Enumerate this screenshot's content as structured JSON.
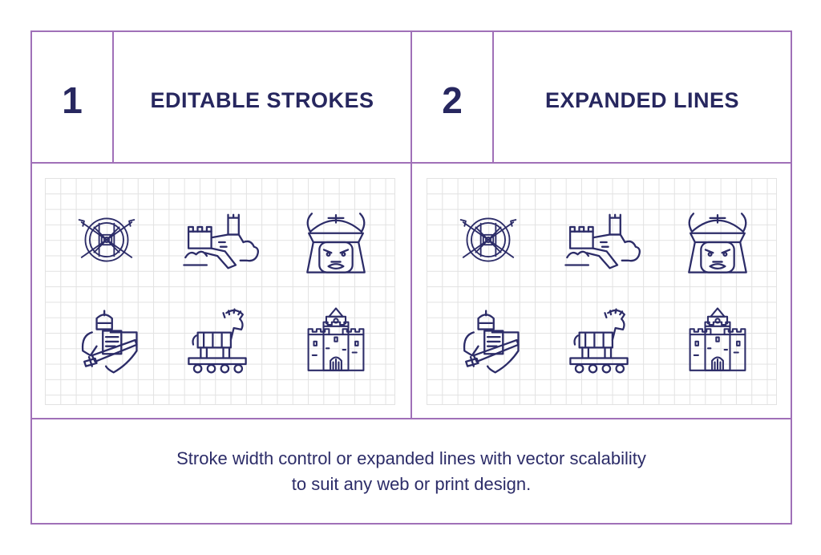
{
  "sections": [
    {
      "number": "1",
      "title": "EDITABLE STROKES"
    },
    {
      "number": "2",
      "title": "EXPANDED LINES"
    }
  ],
  "icons": [
    {
      "name": "shield-arrows-icon"
    },
    {
      "name": "great-wall-icon"
    },
    {
      "name": "samurai-mask-icon"
    },
    {
      "name": "knight-icon"
    },
    {
      "name": "trojan-horse-icon"
    },
    {
      "name": "castle-icon"
    }
  ],
  "footer": {
    "line1": "Stroke width control or expanded lines with vector scalability",
    "line2": "to suit any web or print design."
  },
  "colors": {
    "border": "#a070b8",
    "text": "#27275f",
    "icon_stroke": "#2c2c68",
    "grid": "#e2e2e2"
  }
}
